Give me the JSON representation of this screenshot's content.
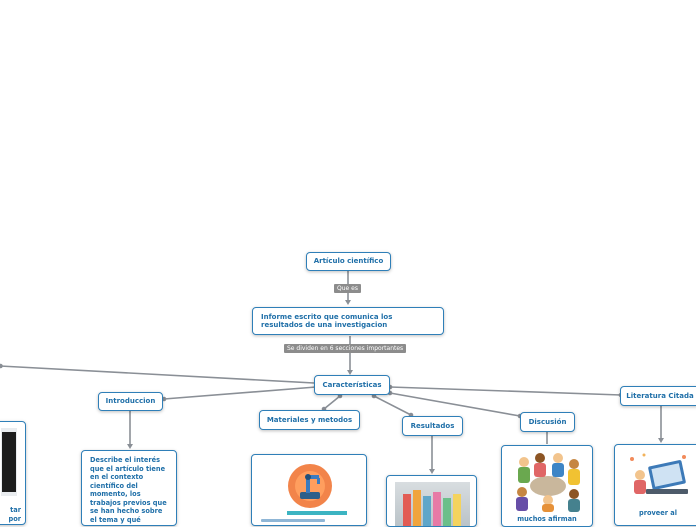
{
  "nodes": {
    "root": "Artículo científico",
    "link1": "Que es",
    "definition": "Informe escrito que comunica los resultados de una investigacion",
    "link2": "Se dividen en 6 secciones importantes",
    "hub": "Características",
    "introduccion": "Introduccion",
    "materiales": "Materiales y metodos",
    "resultados": "Resultados",
    "discusion": "Discusión",
    "literatura": "Literatura Citada"
  },
  "cards": {
    "introduccion_text": "Describe el interés que el artículo tiene en el contexto científico del momento, los trabajos previos que se han hecho sobre el tema y qué",
    "discusion_caption": "muchos afirman",
    "literatura_caption": "proveer al",
    "left_partial_text": "tar\npor"
  },
  "colors": {
    "node_border": "#2f7fb8",
    "node_text": "#1f6fa8",
    "connector": "#8a8f96",
    "label_bg": "#8c8c8c"
  },
  "icons": [
    "robot-arm-illustration",
    "colored-pencils-photo",
    "people-meeting-illustration",
    "laptop-study-illustration",
    "partial-photo"
  ]
}
